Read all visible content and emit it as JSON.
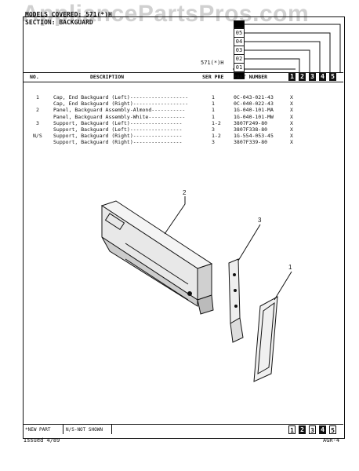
{
  "watermark": "AppliancePartsPros.com",
  "header": {
    "models_line": "MODELS COVERED: 571(*)H",
    "section_line": "SECTION: BACKGUARD",
    "section_codes": [
      "05",
      "04",
      "03",
      "02",
      "01"
    ],
    "model_label": "571(*)H"
  },
  "table_header": {
    "no": "NO.",
    "description": "DESCRIPTION",
    "ser_pre": "SER PRE",
    "part_number": "PART NUMBER",
    "columns": [
      "1",
      "2",
      "3",
      "4",
      "5"
    ]
  },
  "rows": [
    {
      "no": "1",
      "desc": "Cap, End Backguard (Left)-------------------",
      "qty": "1",
      "part": "0C-043-021-43",
      "mark": "X"
    },
    {
      "no": "",
      "desc": "Cap, End Backguard (Right)------------------",
      "qty": "1",
      "part": "0C-040-022-43",
      "mark": "X"
    },
    {
      "no": "2",
      "desc": "Panel, Backguard Assembly-Almond-----------",
      "qty": "1",
      "part": "1G-040-101-MA",
      "mark": "X"
    },
    {
      "no": "",
      "desc": "Panel, Backguard Assembly-White------------",
      "qty": "1",
      "part": "1G-040-101-MW",
      "mark": "X"
    },
    {
      "no": "3",
      "desc": "Support, Backguard (Left)-----------------",
      "qty": "1-2",
      "part": "3807F249-80",
      "mark": "X"
    },
    {
      "no": "",
      "desc": "Support, Backguard (Left)-----------------",
      "qty": "3",
      "part": "3807F338-80",
      "mark": "X"
    },
    {
      "no": "N/S",
      "desc": "Support, Backguard (Right)----------------",
      "qty": "1-2",
      "part": "1G-554-053-45",
      "mark": "X"
    },
    {
      "no": "",
      "desc": "Support, Backguard (Right)----------------",
      "qty": "3",
      "part": "3807F339-80",
      "mark": "X"
    }
  ],
  "callouts": [
    "2",
    "3",
    "1"
  ],
  "footer": {
    "new_part": "*NEW PART",
    "not_shown": "N/S-NOT SHOWN",
    "columns": [
      "1",
      "2",
      "3",
      "4",
      "5"
    ]
  },
  "issued": "Issued 4/89",
  "page": "AGR-4"
}
